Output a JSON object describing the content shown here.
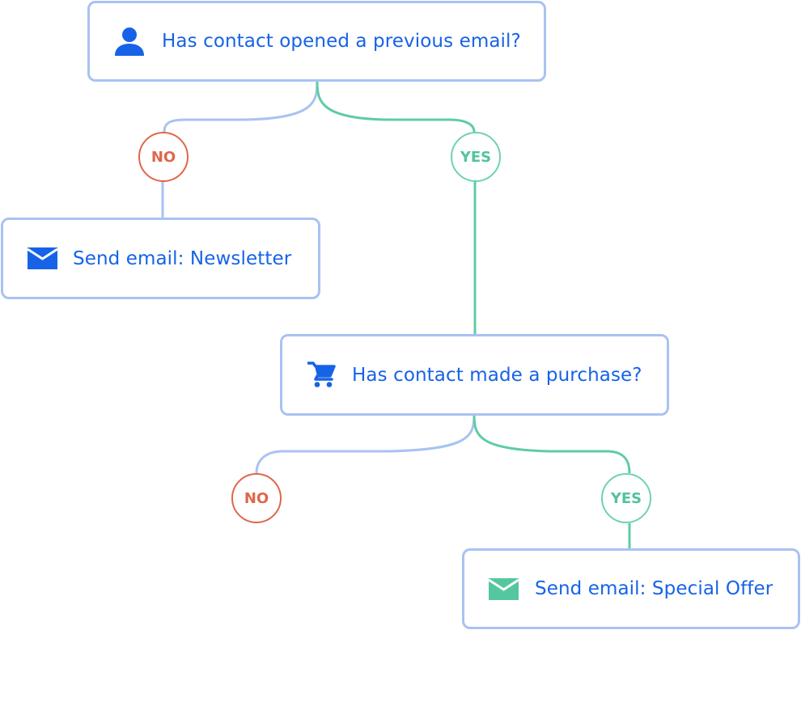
{
  "colors": {
    "accent_text": "#1663e8",
    "node_border": "#a9c2f2",
    "no_branch": "#e0664a",
    "yes_branch": "#6fd2af",
    "no_connector": "#a9c2f2",
    "yes_connector": "#5fcca3"
  },
  "nodes": {
    "opened_email": {
      "label": "Has contact opened a previous email?",
      "icon": "person-icon"
    },
    "newsletter": {
      "label": "Send email: Newsletter",
      "icon": "envelope-icon"
    },
    "made_purchase": {
      "label": "Has contact made a purchase?",
      "icon": "shopping-cart-icon"
    },
    "special_offer": {
      "label": "Send email: Special Offer",
      "icon": "envelope-icon"
    }
  },
  "branches": {
    "no_label": "NO",
    "yes_label": "YES"
  }
}
